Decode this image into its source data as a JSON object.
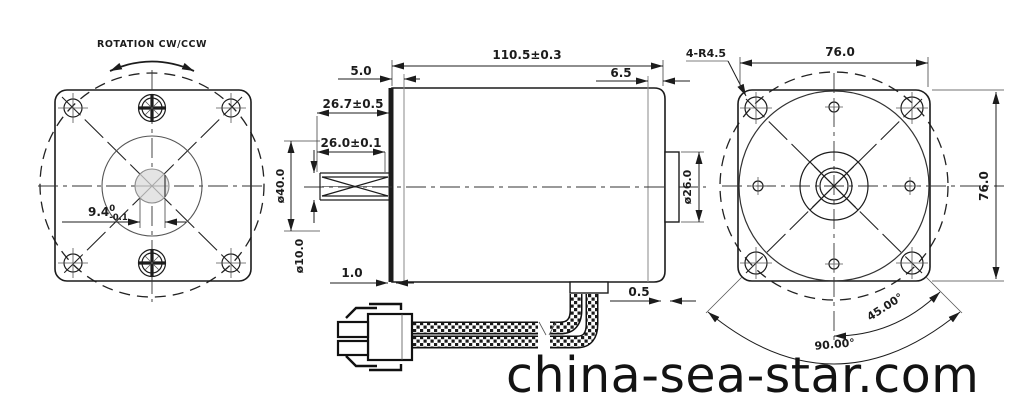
{
  "front_view": {
    "rotation_label": "ROTATION CW/CCW",
    "shaft_flat": {
      "value": "9.4",
      "upper": "0",
      "lower": "-0.1"
    }
  },
  "side_view": {
    "overall_length": "110.5±0.3",
    "front_flange": "5.0",
    "rear_cap": "6.5",
    "shaft_extension": "26.7±0.5",
    "knurl_length": "26.0±0.1",
    "pilot_diameter": "ø40.0",
    "shaft_diameter": "ø10.0",
    "front_step": "1.0",
    "rear_step": "0.5",
    "boss_diameter": "ø26.0"
  },
  "rear_view": {
    "corner_radius": "4-R4.5",
    "width": "76.0",
    "height": "76.0",
    "angle_small": "45.00°",
    "angle_large": "90.00°"
  },
  "watermark": "china-sea-star.com",
  "colors": {
    "line": "#1c1c1c",
    "background": "#ffffff"
  }
}
